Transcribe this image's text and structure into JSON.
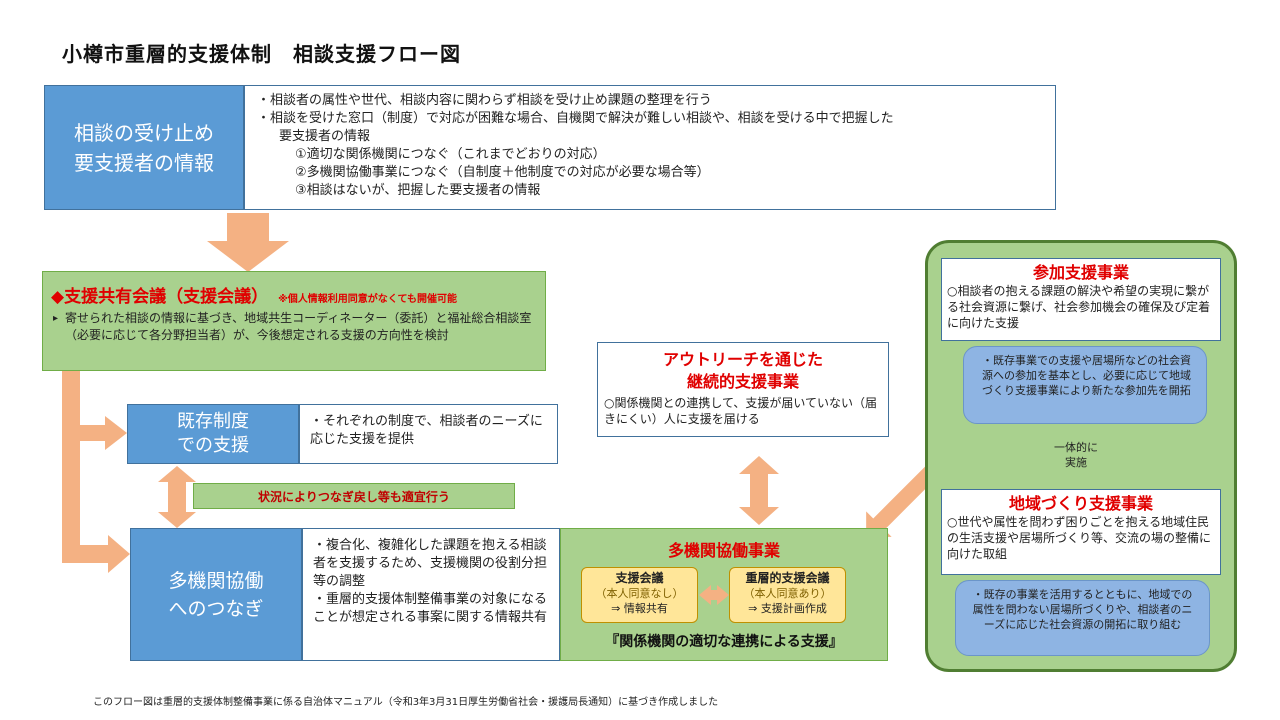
{
  "title": "小樽市重層的支援体制　相談支援フロー図",
  "intake": {
    "label_line1": "相談の受け止め",
    "label_line2": "要支援者の情報",
    "lines": [
      "・相談者の属性や世代、相談内容に関わらず相談を受け止め課題の整理を行う",
      "・相談を受けた窓口（制度）で対応が困難な場合、自機関で解決が難しい相談や、相談を受ける中で把握した",
      "要支援者の情報",
      "①適切な関係機関につなぐ（これまでどおりの対応）",
      "②多機関協働事業につなぐ（自制度＋他制度での対応が必要な場合等）",
      "③相談はないが、把握した要支援者の情報"
    ]
  },
  "meeting": {
    "title": "◆支援共有会議（支援会議）",
    "note": "※個人情報利用同意がなくても開催可能",
    "desc": "寄せられた相談の情報に基づき、地域共生コーディネーター（委託）と福祉総合相談室（必要に応じて各分野担当者）が、今後想定される支援の方向性を検討"
  },
  "existing": {
    "label_line1": "既存制度",
    "label_line2": "での支援",
    "text": "・それぞれの制度で、相談者のニーズに応じた支援を提供"
  },
  "return_bar": "状況によりつなぎ戻し等も適宜行う",
  "multi": {
    "label_line1": "多機関協働",
    "label_line2": "へのつなぎ",
    "items": [
      "・複合化、複雑化した課題を抱える相談者を支援するため、支援機関の役割分担等の調整",
      "・重層的支援体制整備事業の対象になることが想定される事案に関する情報共有"
    ]
  },
  "collab": {
    "title": "多機関協働事業",
    "support_meeting": {
      "title": "支援会議",
      "sub": "（本人同意なし）",
      "result": "⇒ 情報共有"
    },
    "layered_meeting": {
      "title": "重層的支援会議",
      "sub": "（本人同意あり）",
      "result": "⇒ 支援計画作成"
    },
    "slogan": "『関係機関の適切な連携による支援』"
  },
  "outreach": {
    "title_line1": "アウトリーチを通じた",
    "title_line2": "継続的支援事業",
    "desc": "○関係機関との連携して、支援が届いていない（届きにくい）人に支援を届ける"
  },
  "participation": {
    "title": "参加支援事業",
    "desc": "○相談者の抱える課題の解決や希望の実現に繋がる社会資源に繋げ、社会参加機会の確保及び定着に向けた支援",
    "bubble": "・既存事業での支援や居場所などの社会資源への参加を基本とし、必要に応じて地域づくり支援事業により新たな参加先を開拓"
  },
  "unified": "一体的に実施",
  "community": {
    "title": "地域づくり支援事業",
    "desc": "○世代や属性を問わず困りごとを抱える地域住民の生活支援や居場所づくり等、交流の場の整備に向けた取組",
    "bubble": "・既存の事業を活用するとともに、地域での属性を問わない居場所づくりや、相談者のニーズに応じた社会資源の開拓に取り組む"
  },
  "footnote": "このフロー図は重層的支援体制整備事業に係る自治体マニュアル（令和3年3月31日厚生労働省社会・援護局長通知）に基づき作成しました",
  "colors": {
    "arrow": "#f4b183",
    "blue_label": "#5b9bd5",
    "green_box": "#a9d18e",
    "panel_border": "#507e32",
    "red_title": "#e00000",
    "yellow_box": "#ffe699",
    "bubble_blue": "#8eb4e3",
    "double_arrow_yellow": "#fff2cc"
  }
}
